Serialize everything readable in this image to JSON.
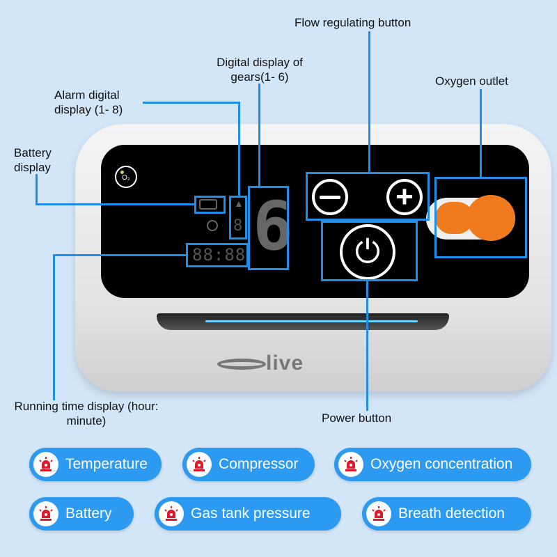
{
  "labels": {
    "flow": "Flow regulating button",
    "gears": "Digital display of gears(1- 6)",
    "oxygen_outlet": "Oxygen outlet",
    "alarm": "Alarm digital display (1- 8)",
    "battery": "Battery display",
    "running_time": "Running time display (hour: minute)",
    "power": "Power button"
  },
  "screen": {
    "o2_badge": "O₂",
    "time_readout": "88:88",
    "alarm_digit": "8",
    "gear_digit": "6"
  },
  "brand": "live",
  "alarms": [
    {
      "label": "Temperature"
    },
    {
      "label": "Compressor"
    },
    {
      "label": "Oxygen concentration"
    },
    {
      "label": "Battery"
    },
    {
      "label": "Gas tank pressure"
    },
    {
      "label": "Breath detection"
    }
  ],
  "colors": {
    "accent": "#1e8ee8",
    "pill": "#2b9af0",
    "alarm_icon": "#e0192b",
    "outlet": "#f07a1e"
  }
}
